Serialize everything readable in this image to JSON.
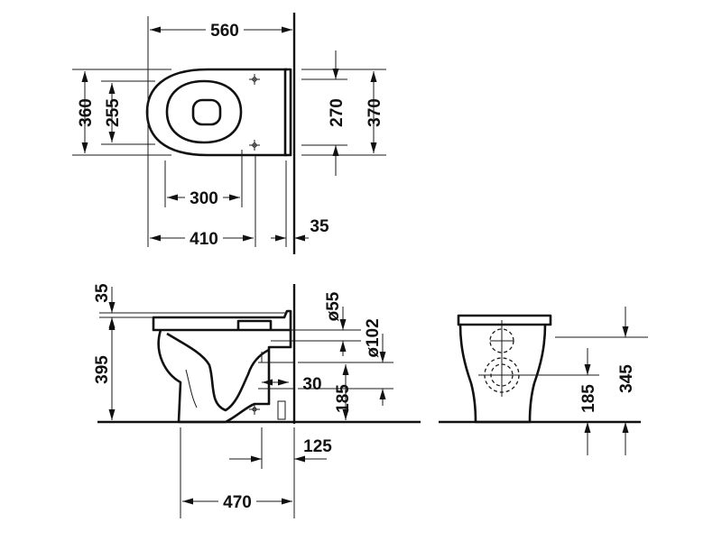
{
  "dimensions": {
    "plan_width": "560",
    "plan_depth_outer": "360",
    "plan_depth_inner": "255",
    "plan_fixing_spacing": "270",
    "plan_overall_depth": "370",
    "plan_fixing_offset": "300",
    "plan_length": "410",
    "plan_wall_gap": "35",
    "side_seat_thickness": "35",
    "side_height": "395",
    "side_inlet_diameter": "ø55",
    "side_outlet_diameter": "ø102",
    "side_outlet_offset": "30",
    "side_outlet_height": "185",
    "side_outlet_wall_distance": "125",
    "side_length": "470",
    "front_outlet_height": "185",
    "front_inlet_height": "345"
  }
}
